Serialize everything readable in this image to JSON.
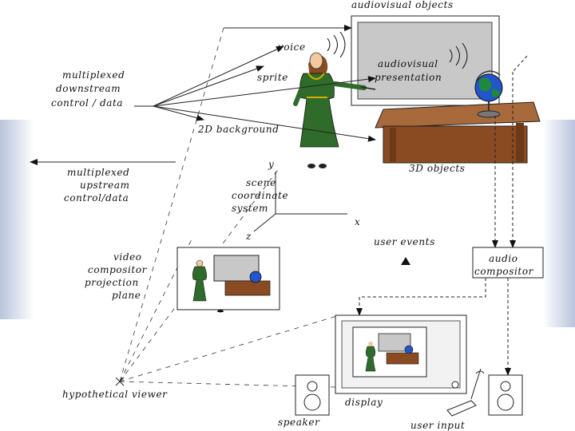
{
  "labels": {
    "audiovisual_objects": "audiovisual objects",
    "voice": "voice",
    "sprite": "sprite",
    "audiovisual_presentation": [
      "audiovisual",
      "presentation"
    ],
    "downstream": [
      "multiplexed",
      "downstream",
      "control / data"
    ],
    "background_2d": "2D background",
    "upstream": [
      "multiplexed",
      "upstream",
      "control/data"
    ],
    "objects_3d": "3D objects",
    "y_axis": "y",
    "scene_coordinate_system": [
      "scene",
      "coordinate",
      "system"
    ],
    "x_axis": "x",
    "z_axis": "z",
    "user_events": "user events",
    "video_compositor": [
      "video",
      "compositor",
      "projection",
      "plane"
    ],
    "audio_compositor": [
      "audio",
      "compositor"
    ],
    "hypothetical_viewer": "hypothetical viewer",
    "display": "display",
    "speaker": "speaker",
    "user_input": "user input"
  },
  "colors": {
    "screen_gray": "#c8c8c8",
    "desk_brown": "#8a4b22",
    "desk_top": "#a86a3a",
    "dress_green": "#2f6b2a",
    "globe_blue": "#2255cc",
    "globe_green": "#1c8a3a",
    "frame_blue": "#b9c4dc"
  }
}
